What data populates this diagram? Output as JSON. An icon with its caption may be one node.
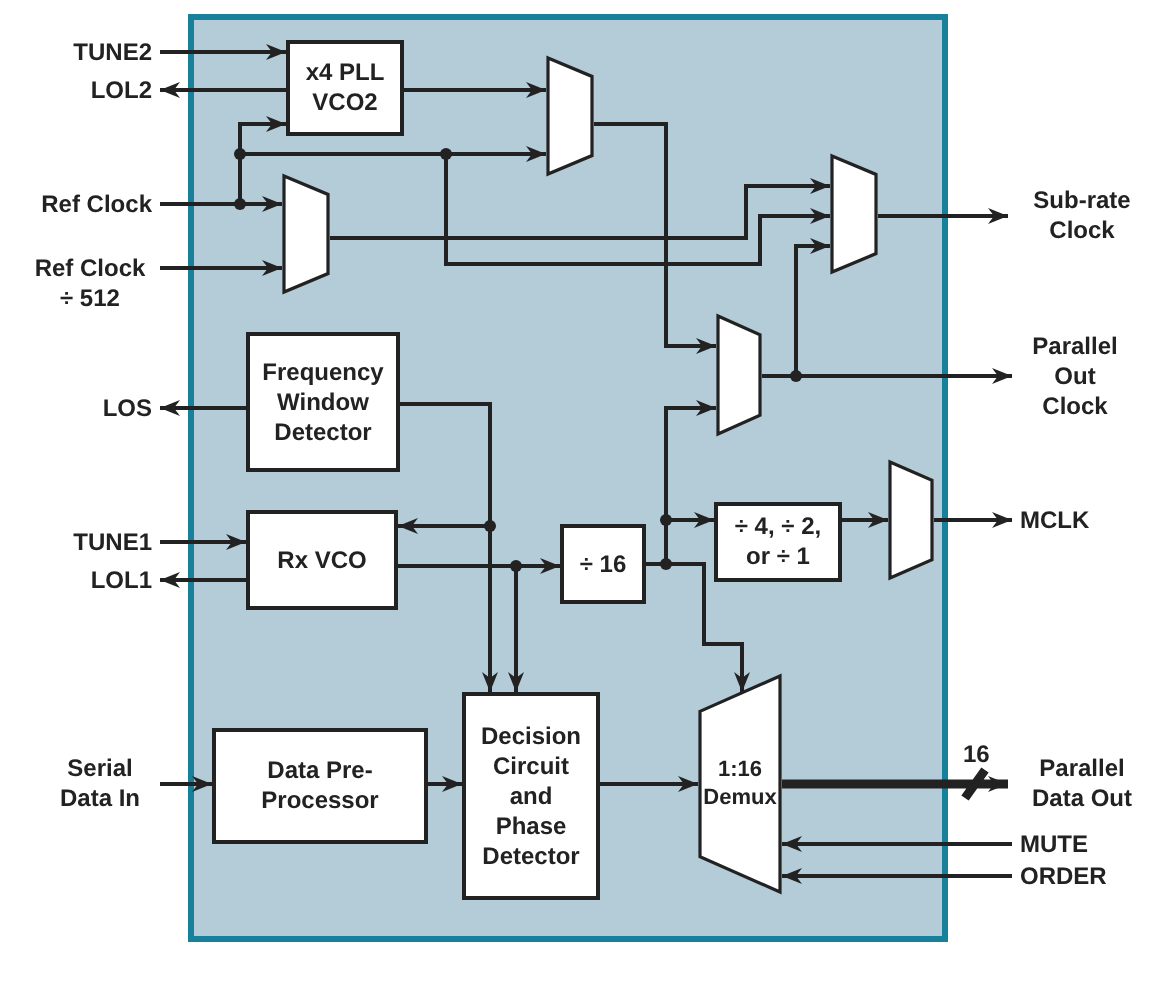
{
  "diagram": {
    "nodes": [
      {
        "text": [],
        "shape": "box"
      },
      {
        "text": [
          "TUNE2"
        ]
      },
      {
        "text": [
          "LOL2"
        ]
      },
      {
        "text": [
          "x4 PLL VCO2"
        ],
        "in": 0
      },
      {
        "text": [],
        "shape": "trapezoid",
        "in": 0
      },
      {
        "text": [
          "Ref Clock"
        ]
      },
      {
        "text": [],
        "shape": "trapezoid",
        "in": 0
      },
      {
        "text": [
          "Ref Clock ÷ 512"
        ]
      },
      {
        "text": [],
        "shape": "trapezoid",
        "in": 0
      },
      {
        "text": [
          "Sub-rate Clock"
        ]
      },
      {
        "text": [
          "Frequency Window Detector"
        ],
        "in": 0
      },
      {
        "text": [
          "LOS"
        ]
      },
      {
        "text": [],
        "shape": "trapezoid",
        "in": 0
      },
      {
        "text": [
          "Parallel Out Clock"
        ]
      },
      {
        "text": [],
        "shape": "trapezoid",
        "in": 0
      },
      {
        "text": [
          "MCLK"
        ]
      },
      {
        "text": [
          "TUNE1"
        ]
      },
      {
        "text": [
          "Rx VCO"
        ],
        "in": 0
      },
      {
        "text": [
          "LOL1"
        ]
      },
      {
        "text": [
          "÷ 16"
        ],
        "in": 0
      },
      {
        "text": [
          "÷ 4, ÷ 2, or ÷ 1"
        ],
        "in": 0
      },
      {
        "text": [
          "Serial Data In"
        ]
      },
      {
        "text": [
          "Data Pre-Processor"
        ],
        "in": 0
      },
      {
        "text": [
          "Decision Circuit and Phase Detector"
        ],
        "in": 0
      },
      {
        "text": [
          "1:16 Demux"
        ],
        "in": 0
      },
      {
        "text": [
          "Parallel Data Out"
        ]
      },
      {
        "text": [
          "MUTE"
        ]
      },
      {
        "text": [
          "ORDER"
        ]
      }
    ],
    "edges": [
      {
        "from": 1,
        "to": 3,
        "arrow": "to"
      },
      {
        "from": 3,
        "to": 2,
        "arrow": "to"
      },
      {
        "from": 3,
        "to": 4,
        "arrow": "to"
      },
      {
        "from": 5,
        "to": 6,
        "arrow": "to"
      },
      {
        "from": 5,
        "to": 3,
        "arrow": "to"
      },
      {
        "from": 5,
        "to": 4,
        "arrow": "to"
      },
      {
        "from": 5,
        "to": 8,
        "arrow": "to"
      },
      {
        "from": 7,
        "to": 6,
        "arrow": "to"
      },
      {
        "from": 6,
        "to": 8,
        "arrow": "to"
      },
      {
        "from": 8,
        "to": 9,
        "arrow": "to"
      },
      {
        "from": 4,
        "to": 12,
        "arrow": "to"
      },
      {
        "from": 19,
        "to": 12,
        "arrow": "to"
      },
      {
        "from": 12,
        "to": 13,
        "arrow": "to"
      },
      {
        "from": 12,
        "to": 8,
        "arrow": "to"
      },
      {
        "from": 10,
        "to": 11,
        "arrow": "to"
      },
      {
        "from": 10,
        "to": 23,
        "arrow": "to"
      },
      {
        "from": 10,
        "to": 17,
        "arrow": "to"
      },
      {
        "from": 16,
        "to": 17,
        "arrow": "to"
      },
      {
        "from": 17,
        "to": 18,
        "arrow": "to"
      },
      {
        "from": 17,
        "to": 19,
        "arrow": "to"
      },
      {
        "from": 17,
        "to": 23,
        "arrow": "to"
      },
      {
        "from": 19,
        "to": 20,
        "arrow": "to"
      },
      {
        "from": 19,
        "to": 24,
        "arrow": "to"
      },
      {
        "from": 20,
        "to": 14,
        "arrow": "to"
      },
      {
        "from": 14,
        "to": 15,
        "arrow": "to"
      },
      {
        "from": 21,
        "to": 22,
        "arrow": "to"
      },
      {
        "from": 22,
        "to": 23,
        "arrow": "to"
      },
      {
        "from": 23,
        "to": 24,
        "arrow": "to"
      },
      {
        "from": 24,
        "to": 25,
        "arrow": "to",
        "style": "thick",
        "label": "16"
      },
      {
        "from": 26,
        "to": 24,
        "arrow": "to"
      },
      {
        "from": 27,
        "to": 24,
        "arrow": "to"
      }
    ]
  }
}
